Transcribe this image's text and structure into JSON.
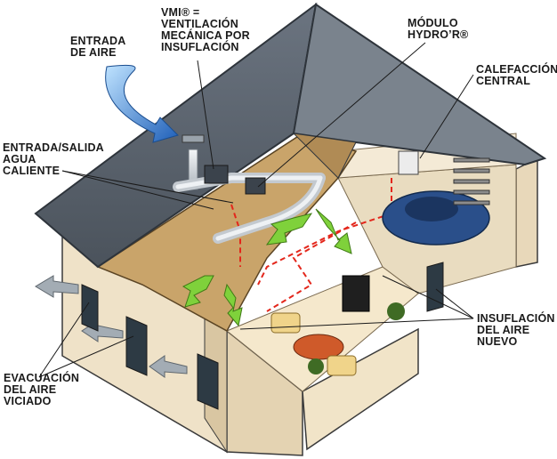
{
  "labels": {
    "entrada_aire": "ENTRADA\nDE AIRE",
    "vmi": "VMI® =\nVENTILACIÓN\nMECÁNICA POR\nINSUFLACIÓN",
    "modulo": "MÓDULO\nHYDRO’R®",
    "calefaccion": "CALEFACCIÓN\nCENTRAL",
    "agua_caliente": "ENTRADA/SALIDA\nAGUA\nCALIENTE",
    "insuflacion": "INSUFLACIÓN\nDEL AIRE\nNUEVO",
    "evacuacion": "EVACUACIÓN\nDEL AIRE\nVICIADO"
  },
  "colors": {
    "roof": "#5a6470",
    "roof_edge": "#2e343b",
    "wall": "#efe2c8",
    "attic": "#c9a46a",
    "floor": "#f3e6c9",
    "duct": "#d8dde2",
    "fresh_arrow": "#7fd13b",
    "intake_arrow": "#2a6fc9",
    "exhaust_arrow": "#9aa3ab",
    "hot_pipe": "#e3261b",
    "car": "#2a4f8a"
  }
}
